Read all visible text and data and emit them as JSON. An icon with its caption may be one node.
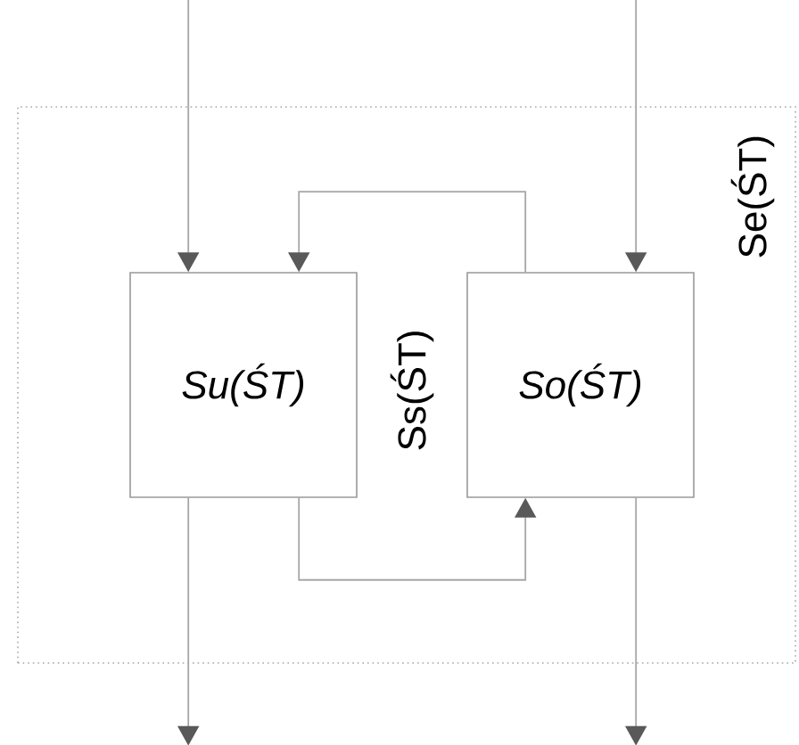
{
  "diagram": {
    "nodes": [
      {
        "text": [
          "Se(ŚT)"
        ]
      },
      {
        "text": [
          "Su(ŚT)"
        ],
        "in": 0
      },
      {
        "text": [
          "So(ŚT)"
        ],
        "in": 0
      }
    ],
    "edges": [
      {
        "from": null,
        "to": 1,
        "arrow": "to"
      },
      {
        "from": null,
        "to": 2,
        "arrow": "to"
      },
      {
        "from": 2,
        "to": 1,
        "arrow": "to"
      },
      {
        "from": 1,
        "to": 2,
        "arrow": "to"
      },
      {
        "from": 1,
        "to": null,
        "arrow": "to"
      },
      {
        "from": 2,
        "to": null,
        "arrow": "to"
      }
    ],
    "labels": [
      "Ss(ŚT)"
    ]
  }
}
